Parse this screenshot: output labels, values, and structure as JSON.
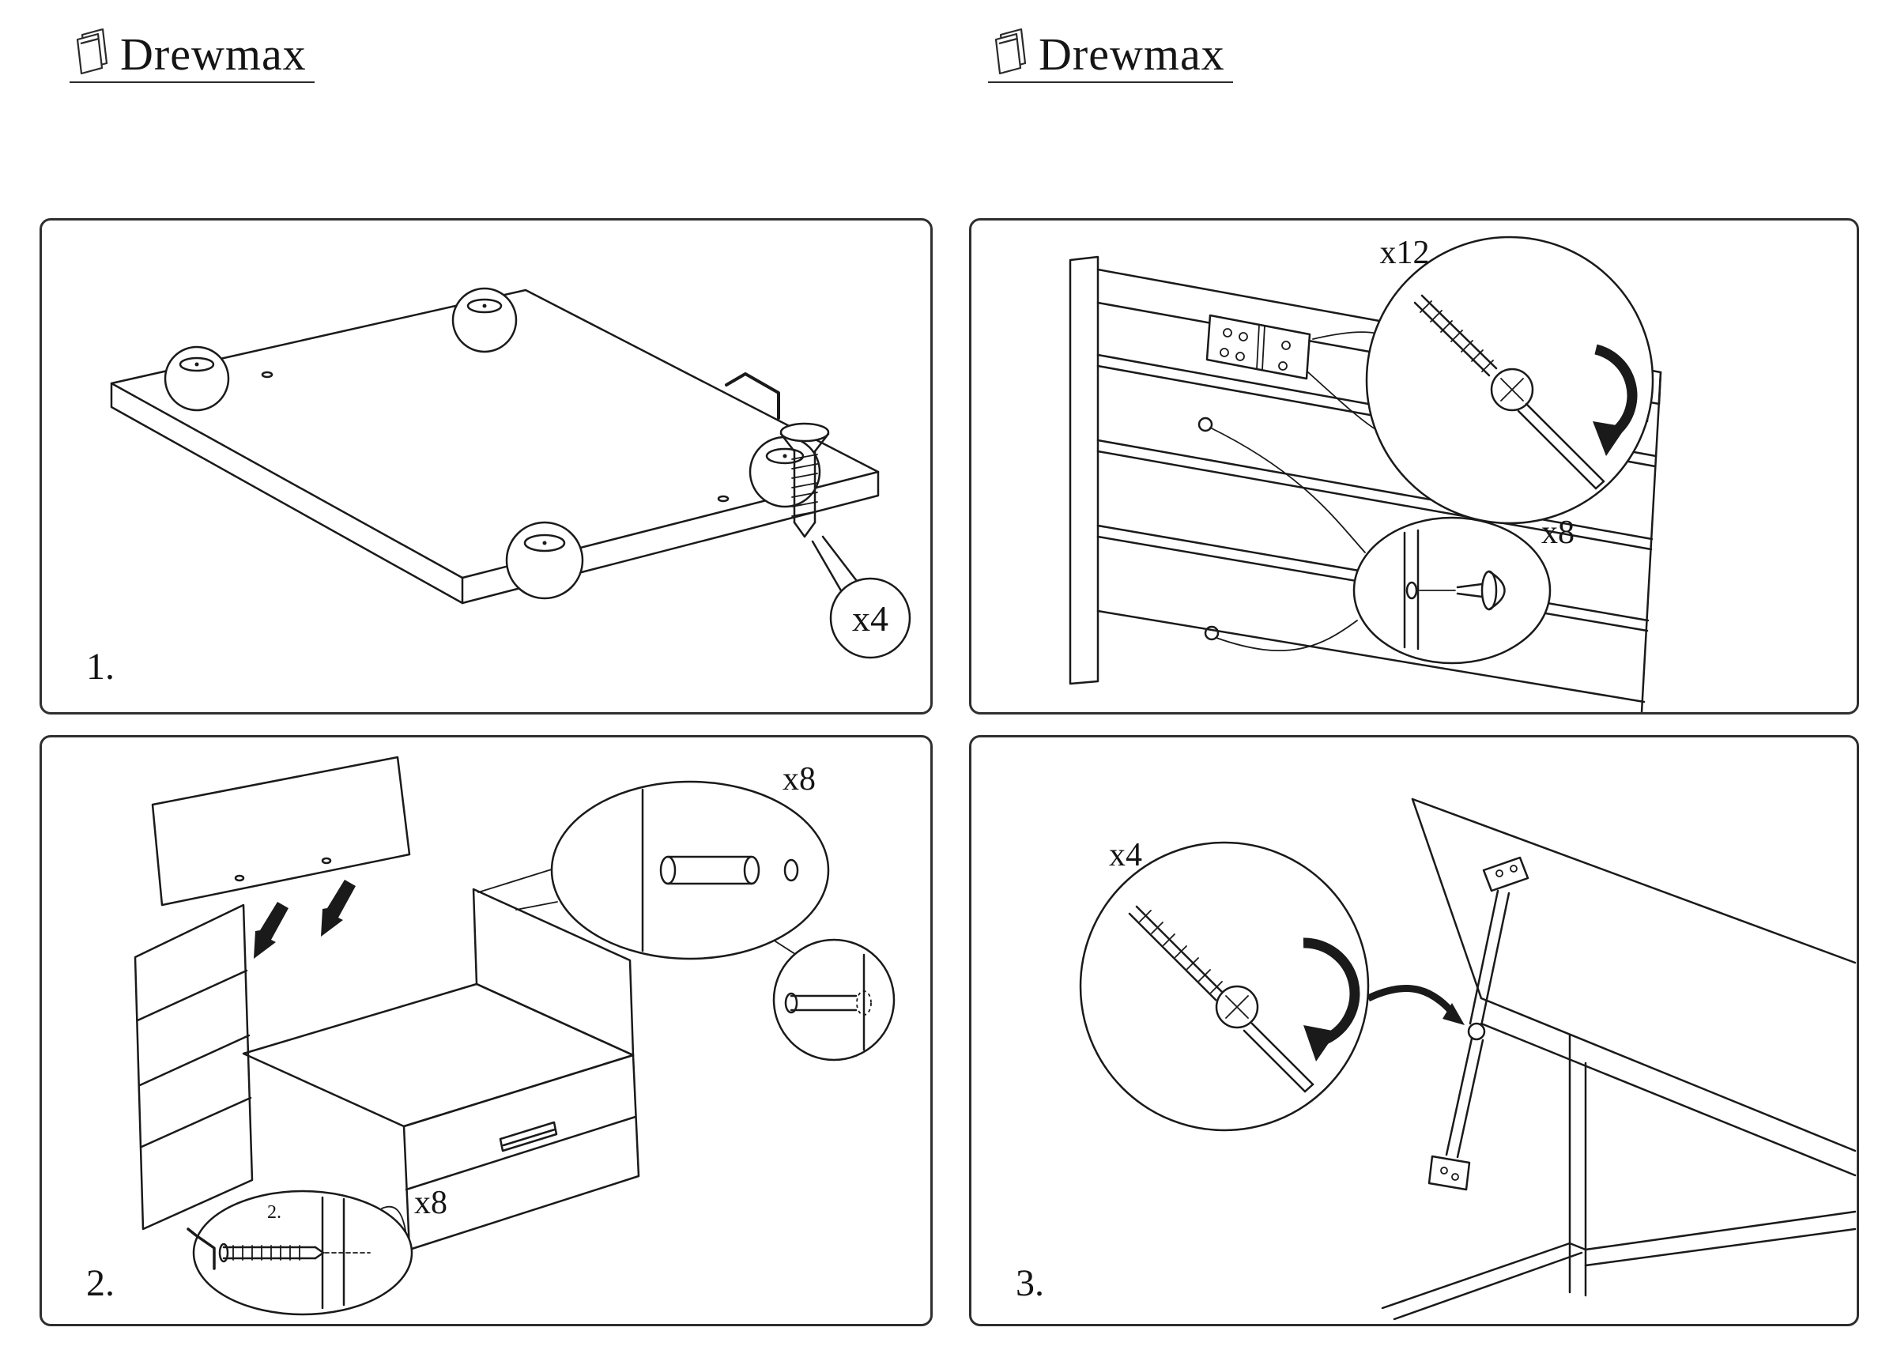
{
  "brand": {
    "name": "Drewmax"
  },
  "colors": {
    "ink": "#1a1a1a",
    "background": "#ffffff"
  },
  "panels": {
    "step1": {
      "step_label": "1.",
      "screw_qty": "x4"
    },
    "hinge": {
      "screw_qty": "x12",
      "cap_qty": "x8"
    },
    "step2": {
      "step_label": "2.",
      "dowel_qty": "x8",
      "screw_qty": "x8",
      "inset_label": "2."
    },
    "step3": {
      "step_label": "3.",
      "screw_qty": "x4"
    }
  }
}
